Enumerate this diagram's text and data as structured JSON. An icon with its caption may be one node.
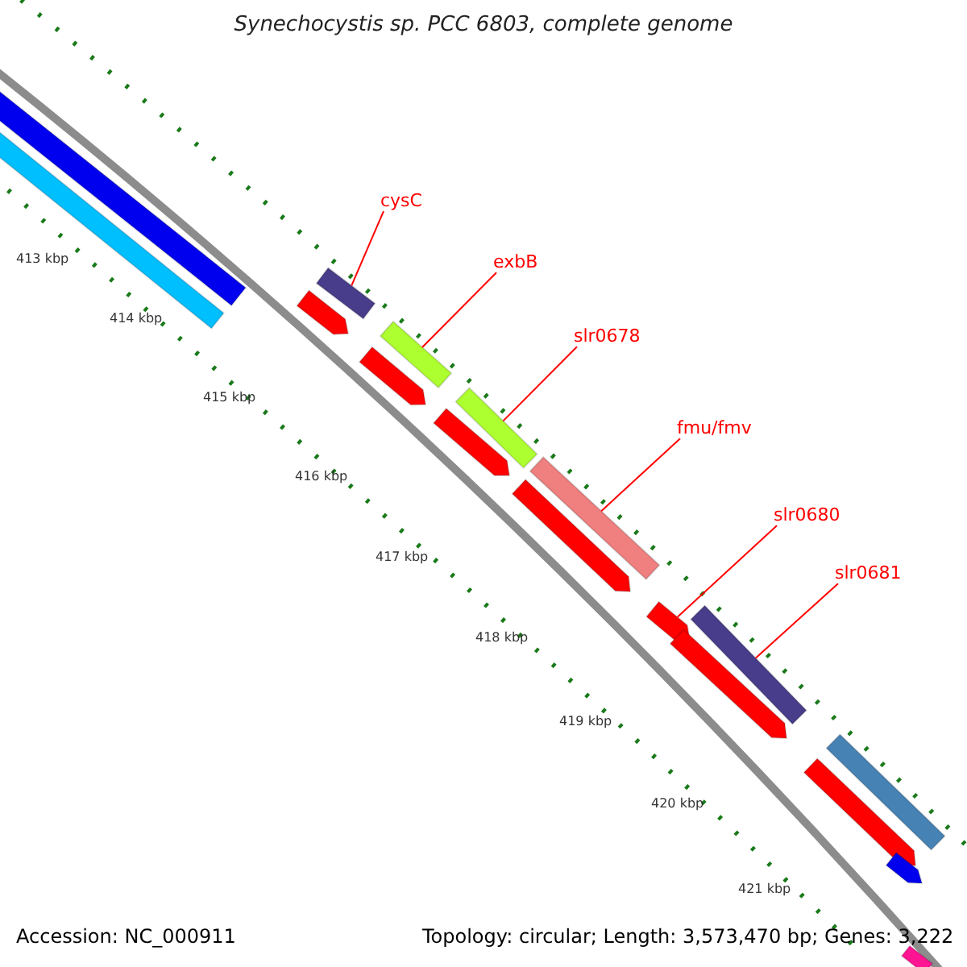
{
  "diagram": {
    "title": "Synechocystis sp. PCC 6803, complete genome",
    "nodes": [
      {
        "text": [
          "cysC"
        ]
      },
      {
        "text": [
          "exbB"
        ]
      },
      {
        "text": [
          "slr0678"
        ]
      },
      {
        "text": [
          "fmu/fmv"
        ]
      },
      {
        "text": [
          "slr0680"
        ]
      },
      {
        "text": [
          "slr0681"
        ]
      },
      {
        "text": [],
        "shape": "bar"
      },
      {
        "text": [],
        "shape": "bar"
      },
      {
        "text": [],
        "shape": "arrow"
      },
      {
        "text": [],
        "shape": "bar"
      },
      {
        "text": [],
        "shape": "arrow"
      },
      {
        "text": [],
        "shape": "bar"
      },
      {
        "text": [],
        "shape": "arrow"
      },
      {
        "text": [],
        "shape": "bar"
      },
      {
        "text": [],
        "shape": "arrow"
      },
      {
        "text": [],
        "shape": "bar"
      },
      {
        "text": [],
        "shape": "arrow"
      },
      {
        "text": [],
        "shape": "arrow"
      },
      {
        "text": [],
        "shape": "bar"
      },
      {
        "text": [],
        "shape": "arrow"
      },
      {
        "text": [],
        "shape": "bar"
      },
      {
        "text": [],
        "shape": "arrow"
      },
      {
        "text": [],
        "shape": "bar"
      }
    ],
    "edges": [
      {
        "from": 0,
        "to": 9,
        "arrow": "none"
      },
      {
        "from": 1,
        "to": 11,
        "arrow": "none"
      },
      {
        "from": 2,
        "to": 13,
        "arrow": "none"
      },
      {
        "from": 3,
        "to": 15,
        "arrow": "none"
      },
      {
        "from": 4,
        "to": 16,
        "arrow": "none"
      },
      {
        "from": 5,
        "to": 18,
        "arrow": "none"
      }
    ],
    "labels": [
      "413 kbp",
      "414 kbp",
      "415 kbp",
      "416 kbp",
      "417 kbp",
      "418 kbp",
      "419 kbp",
      "420 kbp",
      "421 kbp",
      "Accession: NC_000911",
      "Topology: circular; Length: 3,573,470 bp; Genes: 3,222"
    ]
  }
}
